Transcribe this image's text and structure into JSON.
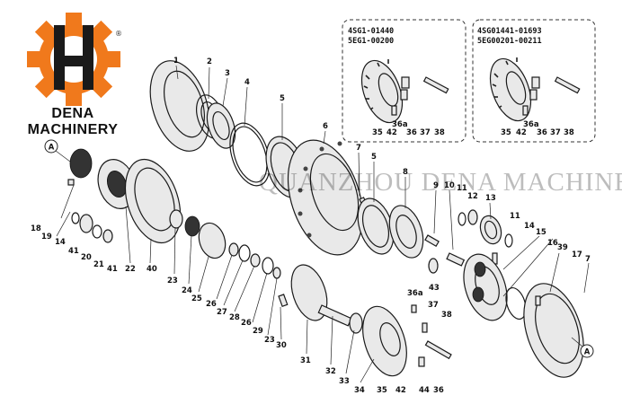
{
  "brand": {
    "name": "DENA MACHINERY",
    "registered_mark": "®",
    "logo_color": "#f0791c",
    "logo_mark_color": "#1a1a1a"
  },
  "watermark": "QUANZHOU DENA MACHINERY",
  "insets": [
    {
      "codes": [
        "4SG1-01440",
        "5EG1-00200"
      ],
      "labels": [
        "36a",
        "35",
        "42",
        "36",
        "37",
        "38"
      ]
    },
    {
      "codes": [
        "4SG01441-01693",
        "5EG00201-00211"
      ],
      "labels": [
        "36a",
        "35",
        "42",
        "36",
        "37",
        "38"
      ]
    }
  ],
  "callout_marker": "A",
  "part_labels": [
    "1",
    "2",
    "3",
    "4",
    "5",
    "6",
    "7",
    "5",
    "8",
    "9",
    "10",
    "11",
    "12",
    "13",
    "11",
    "14",
    "15",
    "16",
    "17",
    "39",
    "7",
    "18",
    "19",
    "14",
    "41",
    "20",
    "21",
    "41",
    "22",
    "40",
    "23",
    "24",
    "25",
    "26",
    "27",
    "28",
    "26",
    "29",
    "23",
    "30",
    "31",
    "32",
    "33",
    "34",
    "35",
    "42",
    "44",
    "36",
    "36a",
    "37",
    "38",
    "43"
  ]
}
